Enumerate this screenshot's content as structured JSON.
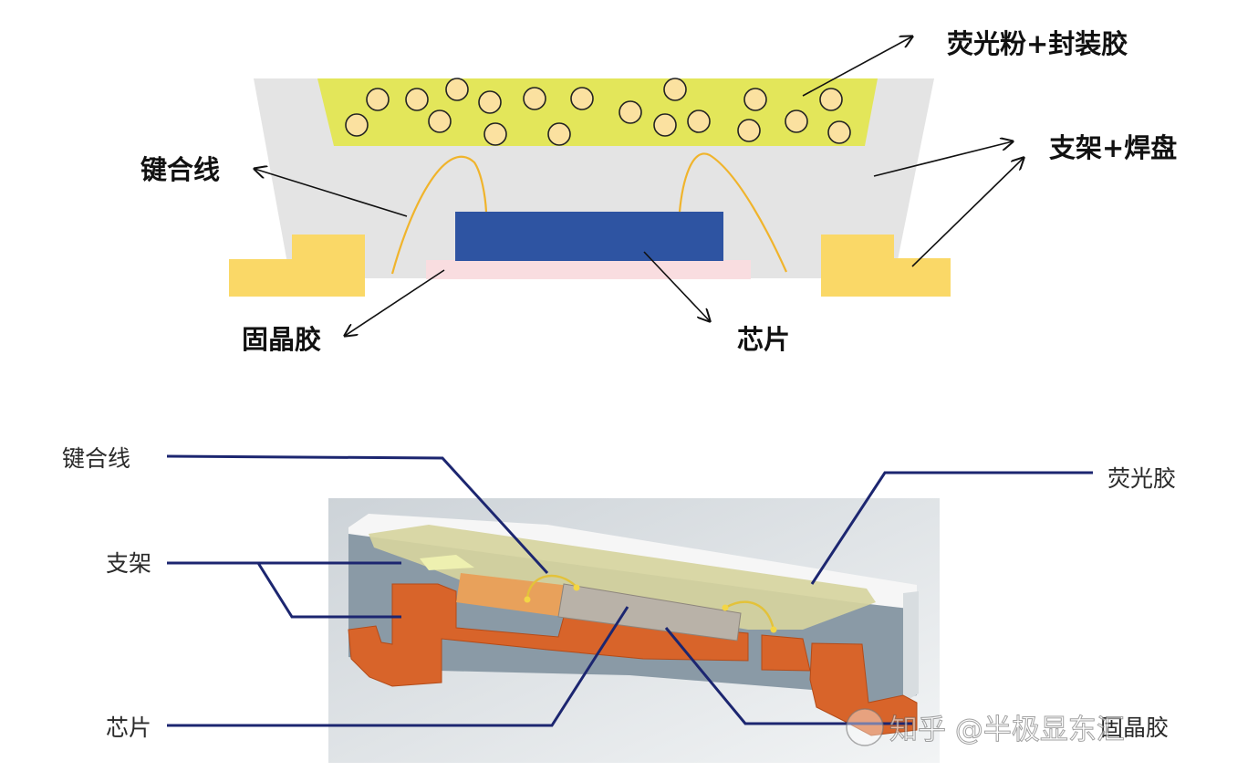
{
  "top_diagram": {
    "labels": {
      "phosphor_encapsulant": "荧光粉+封装胶",
      "bracket_pad": "支架+焊盘",
      "bond_wire": "键合线",
      "die_attach": "固晶胶",
      "chip": "芯片"
    }
  },
  "bottom_diagram": {
    "labels": {
      "bond_wire": "键合线",
      "bracket": "支架",
      "chip": "芯片",
      "phosphor_glue": "荧光胶",
      "die_attach": "固晶胶"
    }
  },
  "watermark": "知乎 @半极显东汇",
  "colors": {
    "phosphor_layer": "#e3e65a",
    "phosphor_particle": "#fbe1a0",
    "housing": "#e4e4e4",
    "pad": "#fad867",
    "chip": "#2e54a2",
    "die_attach": "#f9dde0",
    "bond_wire": "#f0b42c",
    "leader_line": "#1c2670",
    "copper": "#d8642a",
    "gray_body": "#8a9aa6"
  }
}
